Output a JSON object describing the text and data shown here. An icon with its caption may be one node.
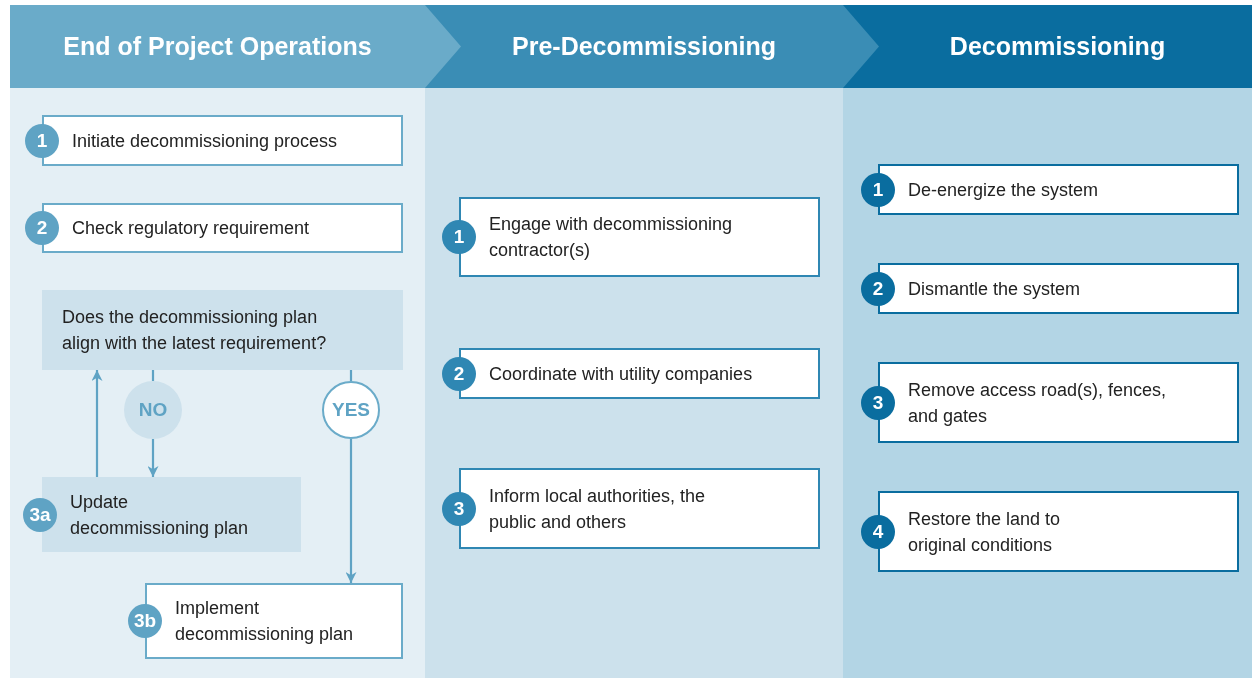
{
  "diagram": {
    "nodes": [
      {
        "text": [
          "End of Project Operations"
        ]
      },
      {
        "text": [
          "1",
          "Initiate decommissioning process"
        ],
        "in": 0
      },
      {
        "text": [
          "2",
          "Check regulatory requirement"
        ],
        "in": 0
      },
      {
        "text": [
          "Does the decommissioning plan align with the latest requirement?"
        ],
        "in": 0
      },
      {
        "text": [
          "NO"
        ],
        "in": 0
      },
      {
        "text": [
          "YES"
        ],
        "in": 0
      },
      {
        "text": [
          "3a",
          "Update decommissioning plan"
        ],
        "in": 0
      },
      {
        "text": [
          "3b",
          "Implement decommissioning plan"
        ],
        "in": 0
      },
      {
        "text": [
          "Pre-Decommissioning"
        ]
      },
      {
        "text": [
          "1",
          "Engage with decommissioning contractor(s)"
        ],
        "in": 8
      },
      {
        "text": [
          "2",
          "Coordinate with utility companies"
        ],
        "in": 8
      },
      {
        "text": [
          "3",
          "Inform local authorities, the public and others"
        ],
        "in": 8
      },
      {
        "text": [
          "Decommissioning"
        ]
      },
      {
        "text": [
          "1",
          "De-energize the system"
        ],
        "in": 12
      },
      {
        "text": [
          "2",
          "Dismantle the system"
        ],
        "in": 12
      },
      {
        "text": [
          "3",
          "Remove access road(s), fences, and gates"
        ],
        "in": 12
      },
      {
        "text": [
          "4",
          "Restore the land to original conditions"
        ],
        "in": 12
      }
    ],
    "edges": [
      {
        "from": 3,
        "to": 4,
        "arrow": "none"
      },
      {
        "from": 4,
        "to": 6,
        "arrow": "to"
      },
      {
        "from": 6,
        "to": 3,
        "arrow": "to"
      },
      {
        "from": 3,
        "to": 5,
        "arrow": "none"
      },
      {
        "from": 5,
        "to": 7,
        "arrow": "to"
      }
    ]
  }
}
